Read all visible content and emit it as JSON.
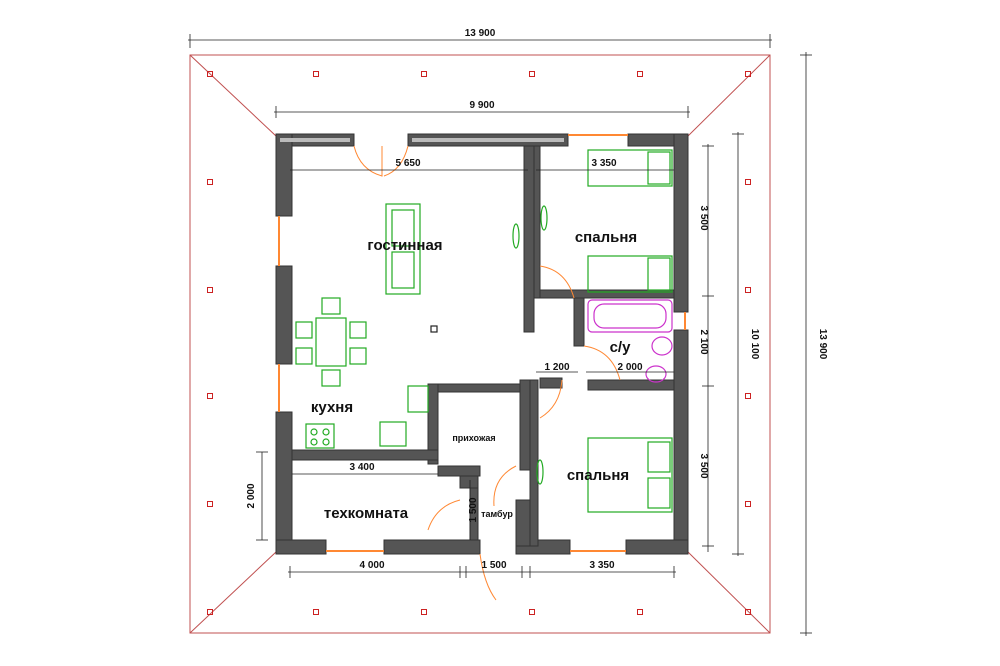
{
  "rooms": {
    "living": "гостинная",
    "bedroom_top": "спальня",
    "bathroom": "с/у",
    "kitchen": "кухня",
    "hallway": "прихожая",
    "bedroom_bottom": "спальня",
    "utility": "техкомната",
    "vestibule": "тамбур"
  },
  "dimensions": {
    "overall_top": "13 900",
    "overall_right": "13 900",
    "house_top": "9 900",
    "house_right": "10 100",
    "living_width": "5 650",
    "bedroom_width": "3 350",
    "bedroom_top_height": "3 500",
    "bath_height": "2 100",
    "bedroom_bottom_height": "3 500",
    "bath_left": "1 200",
    "bath_right": "2 000",
    "utility_width": "3 400",
    "utility_height": "2 000",
    "vestibule_height": "1 500",
    "bottom_left": "4 000",
    "bottom_mid": "1 500",
    "bottom_right": "3 350"
  },
  "colors": {
    "wall": "#555555",
    "furniture": "#22aa22",
    "window": "#ff8833",
    "roof_line": "#c05050",
    "post": "#cc2222",
    "bath_fixture": "#cc33cc"
  }
}
